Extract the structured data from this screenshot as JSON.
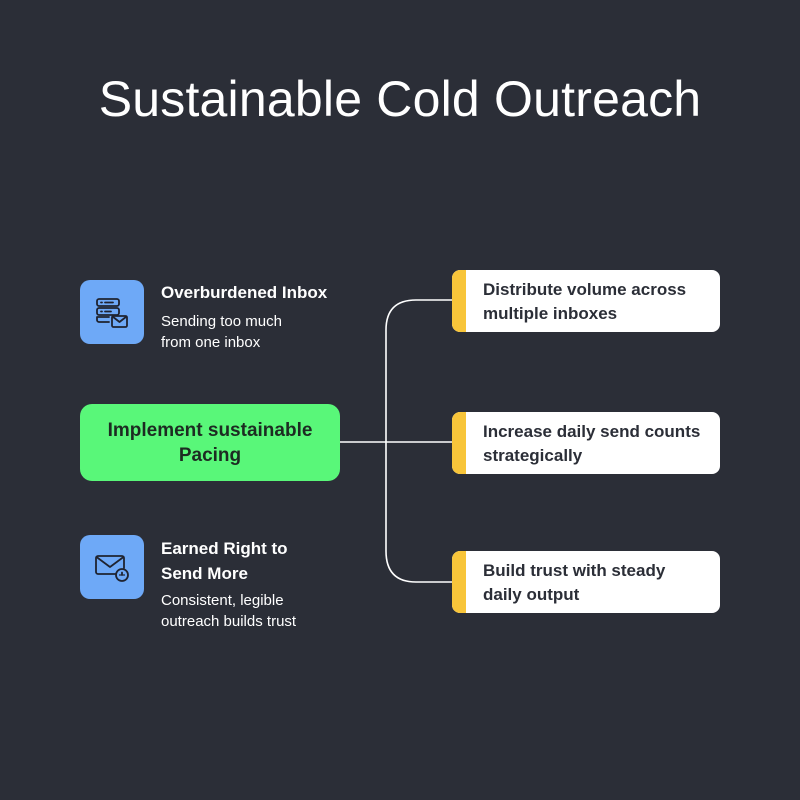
{
  "title": "Sustainable Cold Outreach",
  "colors": {
    "background": "#2b2e37",
    "icon_tile": "#6ea9f7",
    "center_box": "#59f779",
    "card_accent": "#f8c53a",
    "card_background": "#ffffff"
  },
  "top_item": {
    "icon": "inbox-stack-icon",
    "heading": "Overburdened Inbox",
    "description_line1": "Sending too much",
    "description_line2": "from one inbox"
  },
  "center": {
    "line1": "Implement sustainable",
    "line2": "Pacing"
  },
  "bottom_item": {
    "icon": "envelope-clock-icon",
    "heading_line1": "Earned Right to",
    "heading_line2": "Send More",
    "description_line1": "Consistent, legible",
    "description_line2": "outreach builds trust"
  },
  "steps": [
    {
      "line1": "Distribute volume across",
      "line2": "multiple inboxes"
    },
    {
      "line1": "Increase daily send counts",
      "line2": "strategically"
    },
    {
      "line1": "Build trust with steady",
      "line2": "daily output"
    }
  ]
}
